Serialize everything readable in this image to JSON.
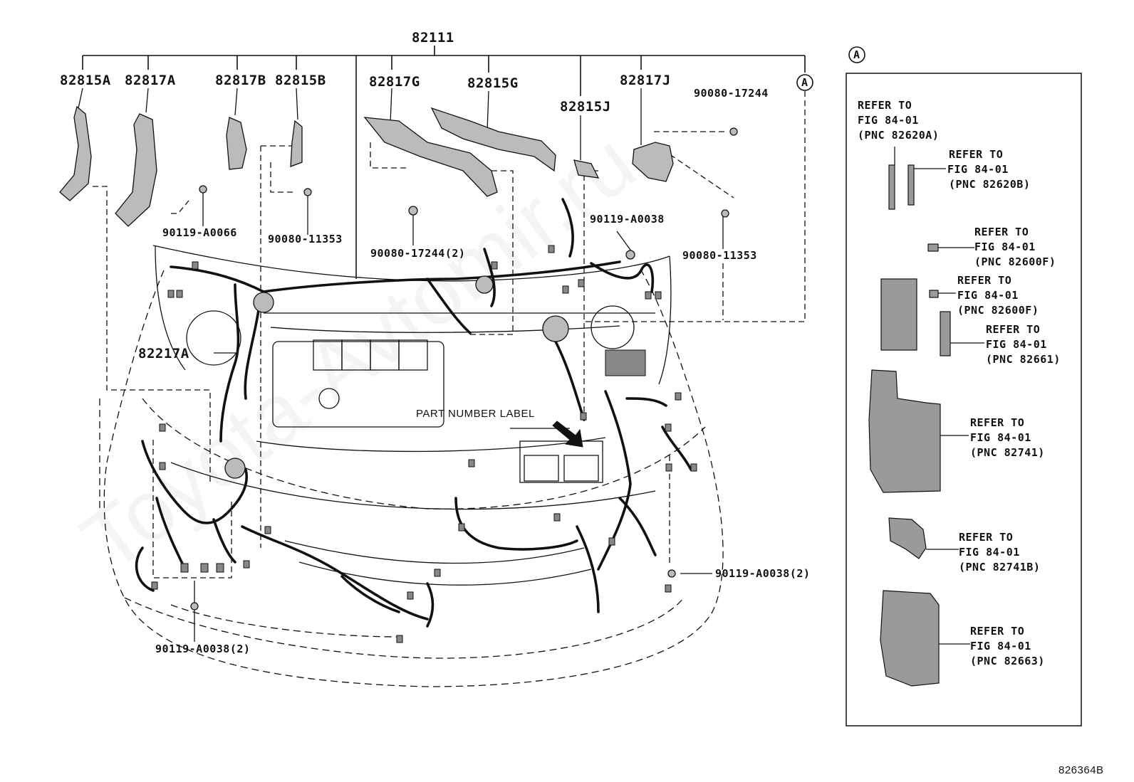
{
  "watermark": "Toyota-Avtomir.ru",
  "diagram_code": "826364B",
  "main_part": "82111",
  "callout_a": "A",
  "part_number_label": "PART NUMBER LABEL",
  "parts": {
    "p82815A": "82815A",
    "p82817A": "82817A",
    "p82817B": "82817B",
    "p82815B": "82815B",
    "p82817G": "82817G",
    "p82815G": "82815G",
    "p82815J": "82815J",
    "p82817J": "82817J",
    "p82217A": "82217A"
  },
  "fasteners": {
    "f90080_17244": "90080-17244",
    "f90119_A0066": "90119-A0066",
    "f90080_11353_left": "90080-11353",
    "f90080_17244_2": "90080-17244(2)",
    "f90119_A0038": "90119-A0038",
    "f90080_11353_right": "90080-11353",
    "f90119_A0038_2_right": "90119-A0038(2)",
    "f90119_A0038_2_bottom": "90119-A0038(2)"
  },
  "panel": {
    "callout": "A",
    "refs": [
      {
        "line1": "REFER TO",
        "line2": "FIG 84-01",
        "line3": "(PNC 82620A)"
      },
      {
        "line1": "REFER TO",
        "line2": "FIG 84-01",
        "line3": "(PNC 82620B)"
      },
      {
        "line1": "REFER TO",
        "line2": "FIG 84-01",
        "line3": "(PNC 82600F)"
      },
      {
        "line1": "REFER TO",
        "line2": "FIG 84-01",
        "line3": "(PNC 82600F)"
      },
      {
        "line1": "REFER TO",
        "line2": "FIG 84-01",
        "line3": "(PNC 82661)"
      },
      {
        "line1": "REFER TO",
        "line2": "FIG 84-01",
        "line3": "(PNC 82741)"
      },
      {
        "line1": "REFER TO",
        "line2": "FIG 84-01",
        "line3": "(PNC 82741B)"
      },
      {
        "line1": "REFER TO",
        "line2": "FIG 84-01",
        "line3": "(PNC 82663)"
      }
    ]
  }
}
